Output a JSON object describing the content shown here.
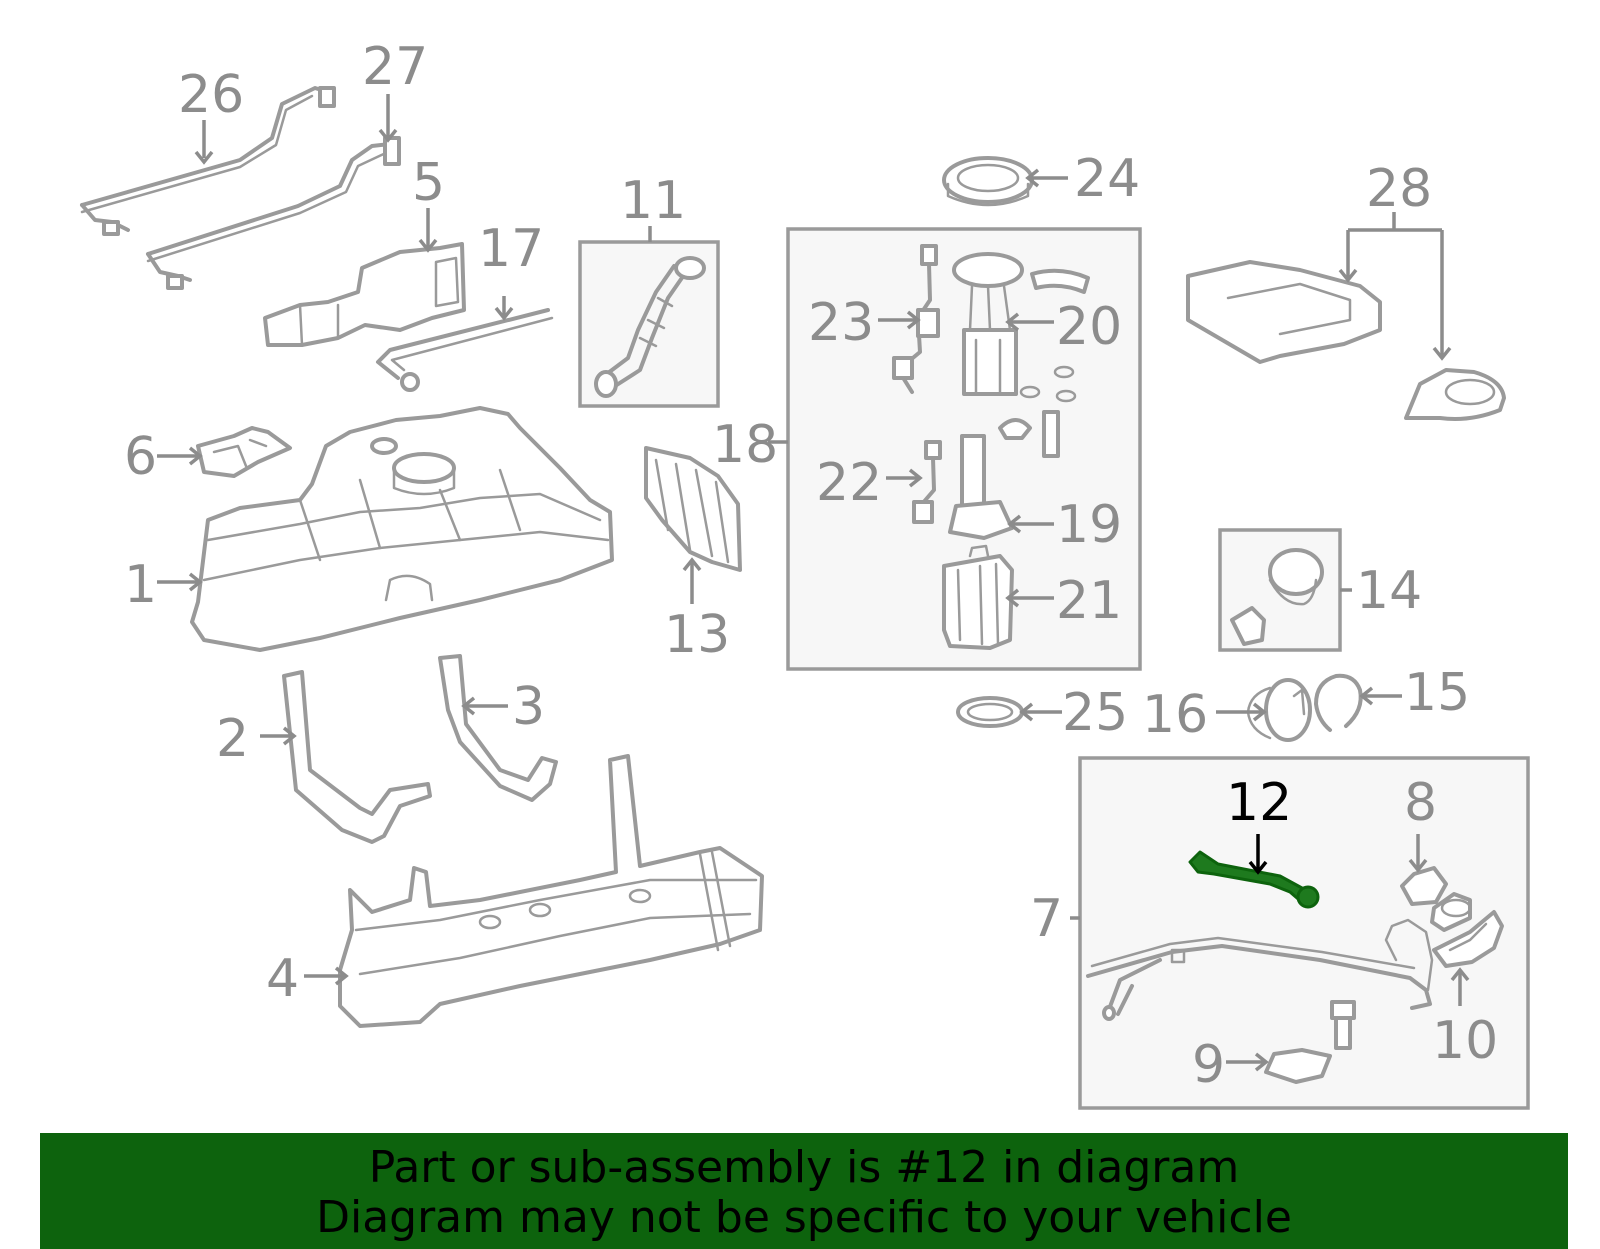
{
  "colors": {
    "part_line": "#9a9a9a",
    "label": "#8c8c8c",
    "highlight_line": "#0d630d",
    "highlight_fill": "#1e7a1e",
    "banner_bg": "#0d630d",
    "banner_text": "#000000"
  },
  "labels": {
    "p1": "1",
    "p2": "2",
    "p3": "3",
    "p4": "4",
    "p5": "5",
    "p6": "6",
    "p7": "7",
    "p8": "8",
    "p9": "9",
    "p10": "10",
    "p11": "11",
    "p12": "12",
    "p13": "13",
    "p14": "14",
    "p15": "15",
    "p16": "16",
    "p17": "17",
    "p18": "18",
    "p19": "19",
    "p20": "20",
    "p21": "21",
    "p22": "22",
    "p23": "23",
    "p24": "24",
    "p25": "25",
    "p26": "26",
    "p27": "27",
    "p28": "28"
  },
  "highlighted_part": "12",
  "banner": {
    "line1": "Part or sub-assembly is #12 in diagram",
    "line2": "Diagram may not be specific to your vehicle"
  }
}
